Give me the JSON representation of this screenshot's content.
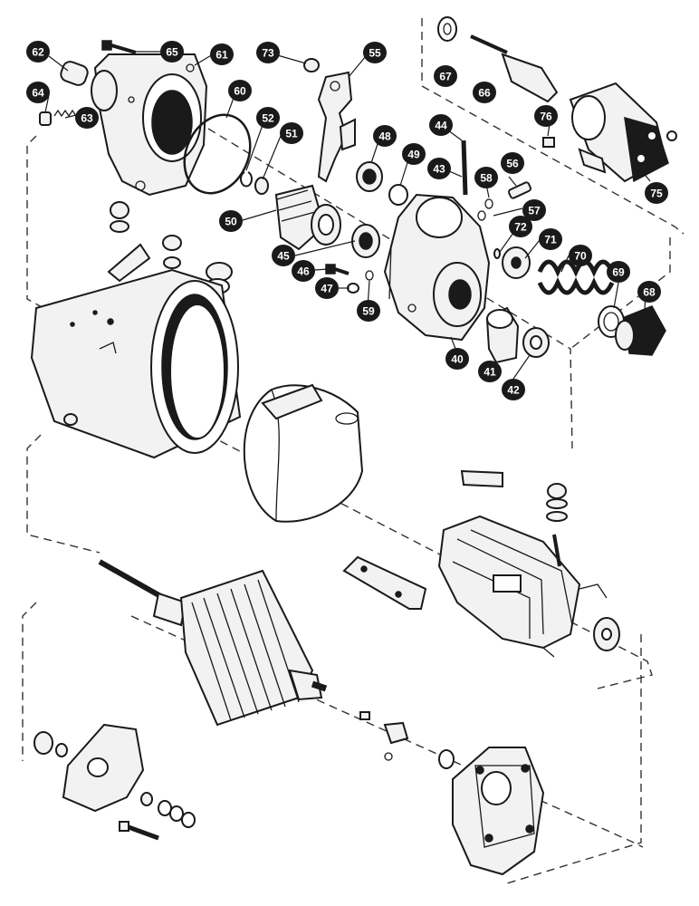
{
  "callouts": [
    {
      "id": "c62",
      "label": "62"
    },
    {
      "id": "c65",
      "label": "65"
    },
    {
      "id": "c61",
      "label": "61"
    },
    {
      "id": "c73",
      "label": "73"
    },
    {
      "id": "c55",
      "label": "55"
    },
    {
      "id": "c67",
      "label": "67"
    },
    {
      "id": "c66",
      "label": "66"
    },
    {
      "id": "c64",
      "label": "64"
    },
    {
      "id": "c63",
      "label": "63"
    },
    {
      "id": "c60",
      "label": "60"
    },
    {
      "id": "c52",
      "label": "52"
    },
    {
      "id": "c51",
      "label": "51"
    },
    {
      "id": "c48",
      "label": "48"
    },
    {
      "id": "c44",
      "label": "44"
    },
    {
      "id": "c76",
      "label": "76"
    },
    {
      "id": "c49",
      "label": "49"
    },
    {
      "id": "c43",
      "label": "43"
    },
    {
      "id": "c58",
      "label": "58"
    },
    {
      "id": "c56",
      "label": "56"
    },
    {
      "id": "c57",
      "label": "57"
    },
    {
      "id": "c75",
      "label": "75"
    },
    {
      "id": "c50",
      "label": "50"
    },
    {
      "id": "c72",
      "label": "72"
    },
    {
      "id": "c71",
      "label": "71"
    },
    {
      "id": "c70",
      "label": "70"
    },
    {
      "id": "c45",
      "label": "45"
    },
    {
      "id": "c46",
      "label": "46"
    },
    {
      "id": "c47",
      "label": "47"
    },
    {
      "id": "c59",
      "label": "59"
    },
    {
      "id": "c69",
      "label": "69"
    },
    {
      "id": "c68",
      "label": "68"
    },
    {
      "id": "c40",
      "label": "40"
    },
    {
      "id": "c41",
      "label": "41"
    },
    {
      "id": "c42",
      "label": "42"
    }
  ]
}
